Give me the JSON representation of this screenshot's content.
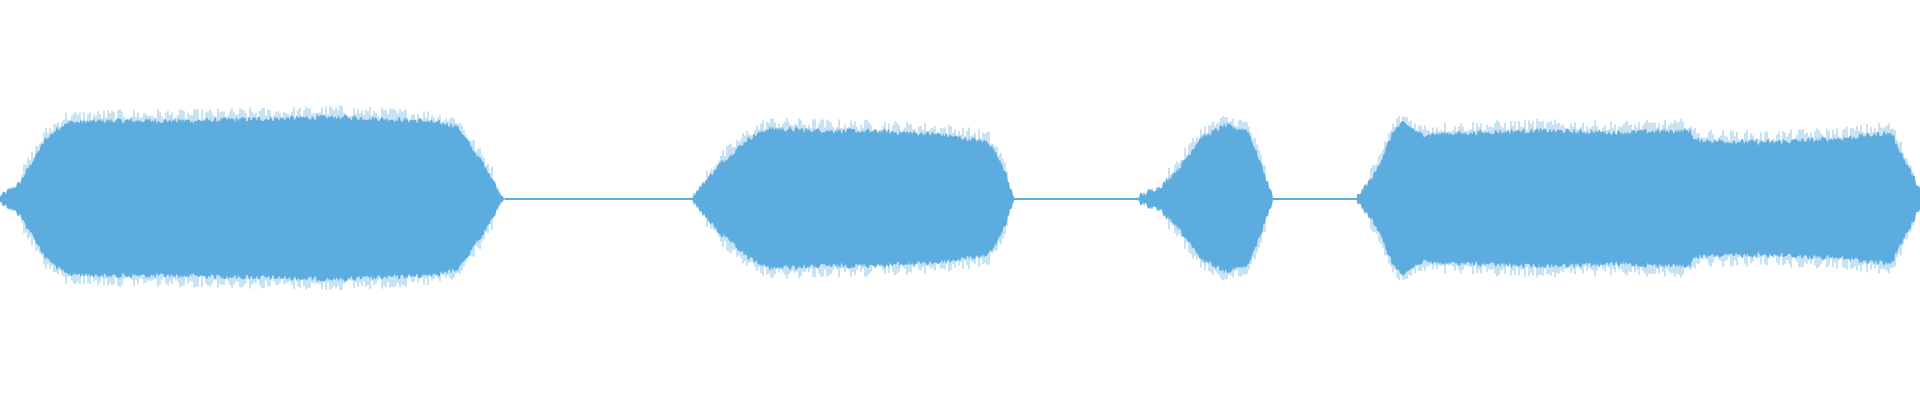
{
  "waveform": {
    "color": "#5dacdf",
    "background": "#ffffff",
    "segments": [
      {
        "name": "segment-1",
        "start": 0.0,
        "end": 0.263,
        "peak": 0.94,
        "envelope": [
          [
            0.0,
            0.03
          ],
          [
            0.01,
            0.16
          ],
          [
            0.024,
            0.62
          ],
          [
            0.034,
            0.78
          ],
          [
            0.06,
            0.8
          ],
          [
            0.1,
            0.8
          ],
          [
            0.14,
            0.82
          ],
          [
            0.175,
            0.84
          ],
          [
            0.22,
            0.8
          ],
          [
            0.238,
            0.75
          ],
          [
            0.246,
            0.52
          ],
          [
            0.254,
            0.3
          ],
          [
            0.26,
            0.08
          ],
          [
            0.263,
            0.01
          ]
        ]
      },
      {
        "name": "silence-1",
        "start": 0.263,
        "end": 0.36,
        "peak": 0.01,
        "envelope": [
          [
            0.263,
            0.01
          ],
          [
            0.36,
            0.01
          ]
        ]
      },
      {
        "name": "segment-2",
        "start": 0.36,
        "end": 0.528,
        "peak": 0.8,
        "envelope": [
          [
            0.36,
            0.02
          ],
          [
            0.375,
            0.36
          ],
          [
            0.39,
            0.62
          ],
          [
            0.4,
            0.72
          ],
          [
            0.43,
            0.7
          ],
          [
            0.46,
            0.69
          ],
          [
            0.49,
            0.66
          ],
          [
            0.515,
            0.58
          ],
          [
            0.522,
            0.36
          ],
          [
            0.528,
            0.02
          ]
        ]
      },
      {
        "name": "silence-2",
        "start": 0.528,
        "end": 0.592,
        "peak": 0.01,
        "envelope": [
          [
            0.528,
            0.01
          ],
          [
            0.592,
            0.01
          ]
        ]
      },
      {
        "name": "segment-3",
        "start": 0.592,
        "end": 0.663,
        "peak": 0.8,
        "envelope": [
          [
            0.592,
            0.02
          ],
          [
            0.605,
            0.14
          ],
          [
            0.615,
            0.34
          ],
          [
            0.625,
            0.62
          ],
          [
            0.638,
            0.75
          ],
          [
            0.65,
            0.7
          ],
          [
            0.657,
            0.35
          ],
          [
            0.663,
            0.02
          ]
        ]
      },
      {
        "name": "silence-3",
        "start": 0.663,
        "end": 0.707,
        "peak": 0.01,
        "envelope": [
          [
            0.663,
            0.01
          ],
          [
            0.707,
            0.01
          ]
        ]
      },
      {
        "name": "segment-4",
        "start": 0.707,
        "end": 1.0,
        "peak": 0.82,
        "envelope": [
          [
            0.707,
            0.03
          ],
          [
            0.716,
            0.26
          ],
          [
            0.726,
            0.7
          ],
          [
            0.731,
            0.78
          ],
          [
            0.74,
            0.66
          ],
          [
            0.77,
            0.68
          ],
          [
            0.8,
            0.7
          ],
          [
            0.84,
            0.68
          ],
          [
            0.88,
            0.7
          ],
          [
            0.883,
            0.6
          ],
          [
            0.92,
            0.58
          ],
          [
            0.96,
            0.62
          ],
          [
            0.985,
            0.68
          ],
          [
            0.992,
            0.4
          ],
          [
            1.0,
            0.1
          ]
        ]
      }
    ]
  }
}
